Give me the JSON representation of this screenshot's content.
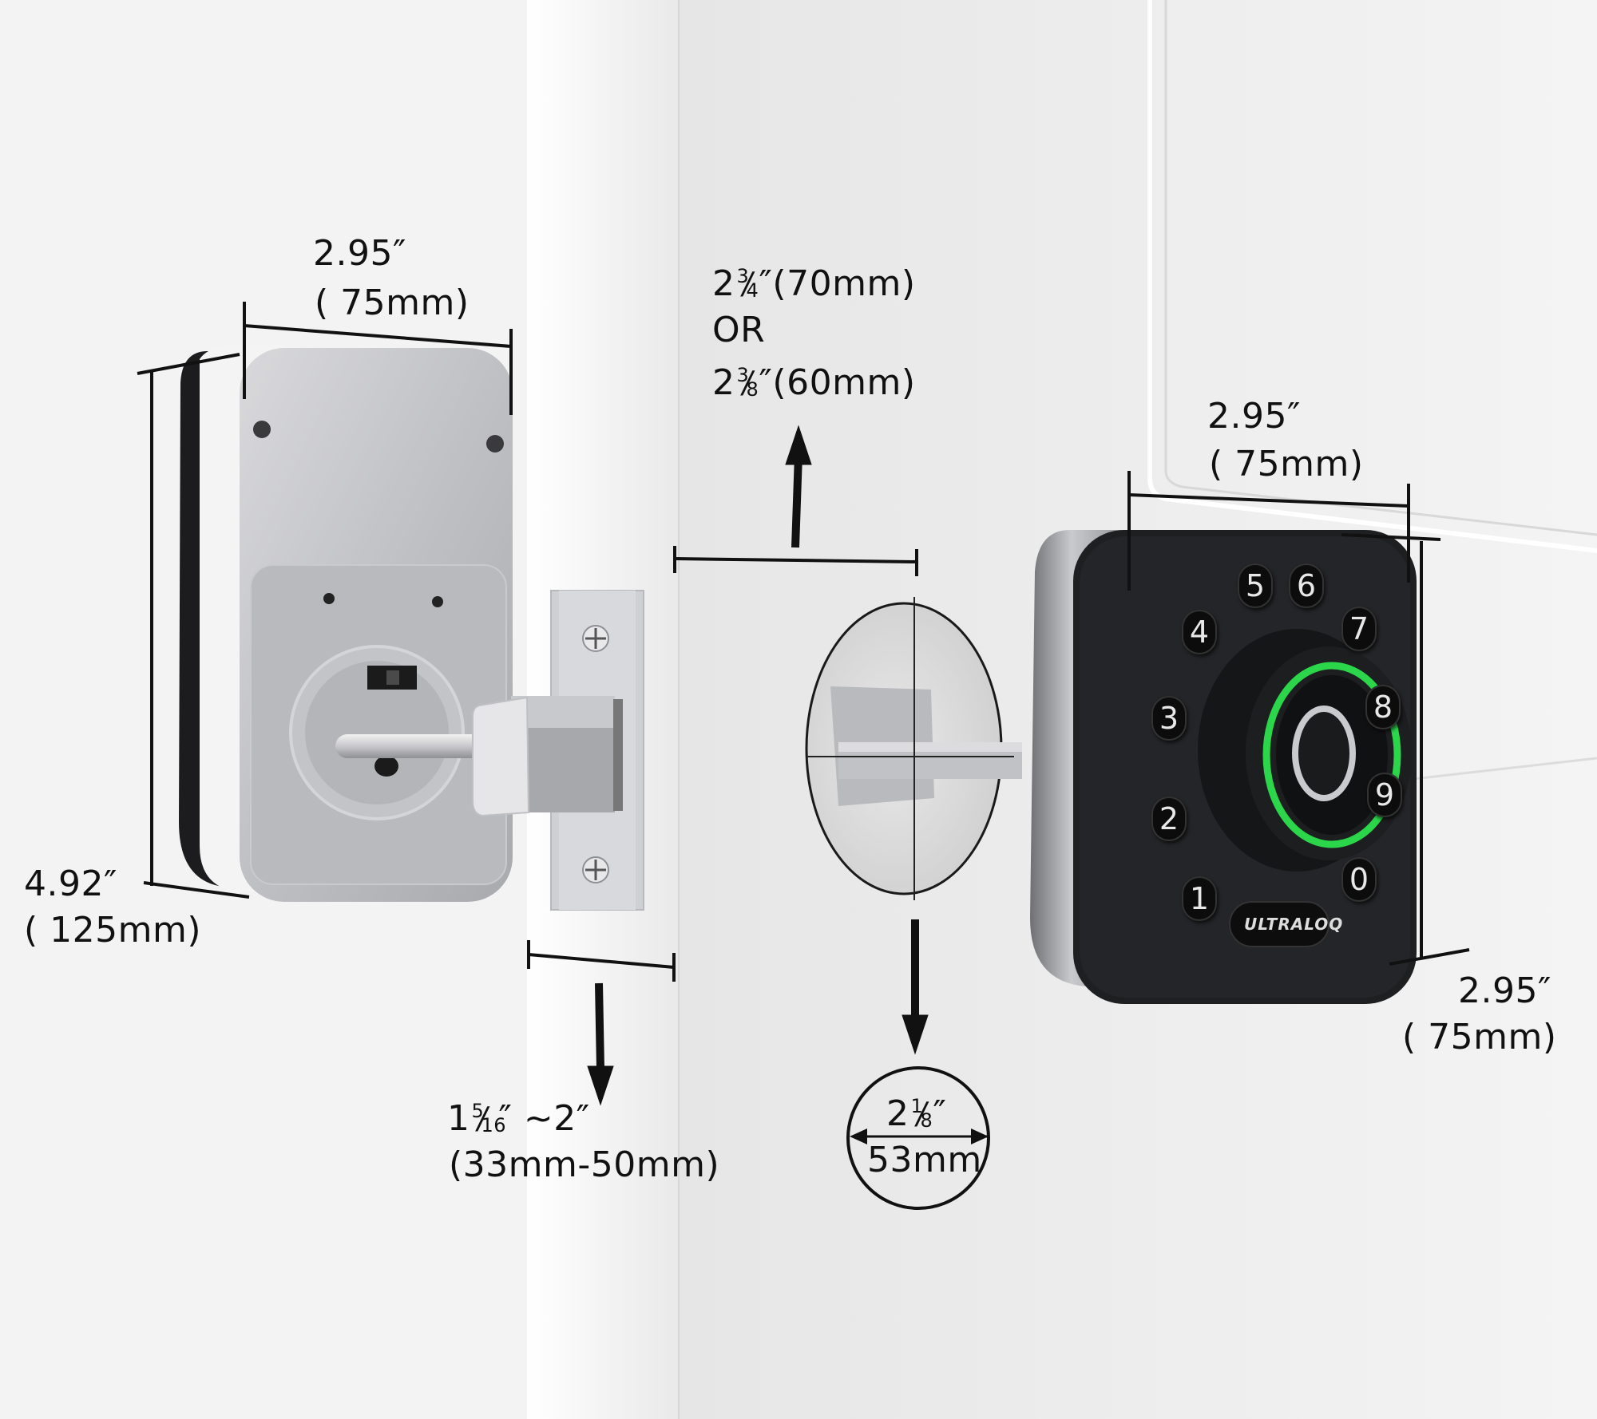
{
  "back_plate": {
    "width_in": "2.95″",
    "width_mm": "( 75mm)",
    "height_in": "4.92″",
    "height_mm": "( 125mm)"
  },
  "backset": {
    "line1_whole": "2",
    "line1_num": "3",
    "line1_den": "4",
    "line1_mm": "″(70mm)",
    "or_text": "OR",
    "line2_whole": "2",
    "line2_num": "3",
    "line2_den": "8",
    "line2_mm": "″(60mm)"
  },
  "door_thickness": {
    "whole": "1",
    "num": "5",
    "den": "16",
    "rest": "″ ~2″",
    "mm": "(33mm-50mm)"
  },
  "hole_diameter": {
    "whole": "2",
    "num": "1",
    "den": "8",
    "unit": "″",
    "mm": "53mm"
  },
  "keypad": {
    "width_in": "2.95″",
    "width_mm": "( 75mm)",
    "height_in": "2.95″",
    "height_mm": "( 75mm)",
    "keys": [
      "5",
      "6",
      "4",
      "7",
      "3",
      "8",
      "2",
      "9",
      "1",
      "0"
    ],
    "brand": "ULTRALOQ",
    "ring_color": "#2bd64a"
  }
}
